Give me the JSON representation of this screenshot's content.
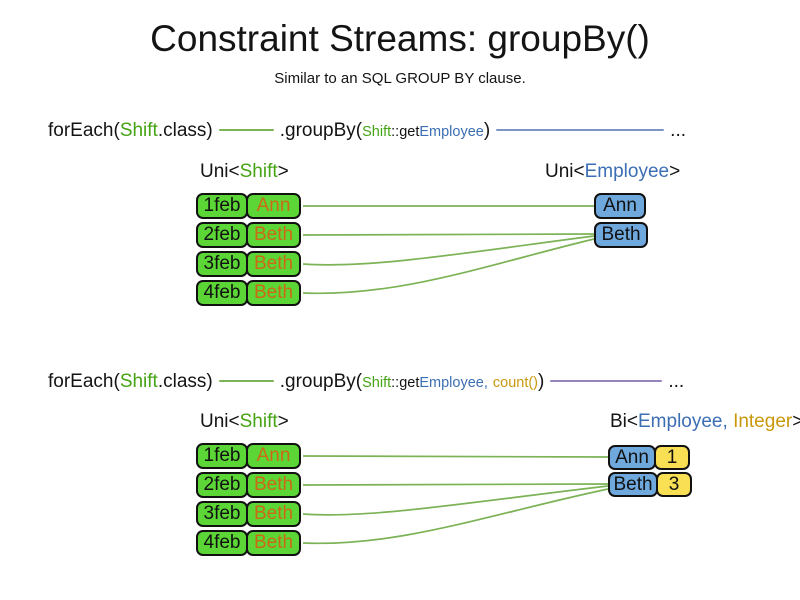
{
  "title": "Constraint Streams: groupBy()",
  "subtitle": "Similar to an SQL GROUP BY clause.",
  "colors": {
    "code_green_text": "#45a413",
    "code_blue_text": "#3c6eb4",
    "code_gold_text": "#c9980a",
    "orange_name_text": "#cc6a14",
    "box_green_fill": "#5bd636",
    "box_blue_fill": "#6fa8dc",
    "box_yellow_fill": "#f8df54",
    "line_green": "#7cb356",
    "line_blue": "#7e95c4",
    "line_purple": "#9884bd"
  },
  "code_line_1": {
    "foreach_prefix": "forEach(",
    "shift_arg": "Shift",
    "class_suffix": ".class)",
    "groupby_prefix": ".groupBy(",
    "arg_shift": "Shift",
    "arg_getter": "::get",
    "arg_employee": "Employee",
    "close_paren": ")",
    "ellipsis": "..."
  },
  "code_line_2": {
    "foreach_prefix": "forEach(",
    "shift_arg": "Shift",
    "class_suffix": ".class)",
    "groupby_prefix": ".groupBy(",
    "arg_shift": "Shift",
    "arg_getter": "::get",
    "arg_employee": "Employee",
    "comma": ",",
    "arg_count": "count()",
    "close_paren": ")",
    "ellipsis": "..."
  },
  "diagram1": {
    "left_label": {
      "prefix": "Uni<",
      "type": "Shift",
      "suffix": ">"
    },
    "right_label": {
      "prefix": "Uni<",
      "type": "Employee",
      "suffix": ">"
    },
    "rows": [
      {
        "date": "1feb",
        "name": "Ann"
      },
      {
        "date": "2feb",
        "name": "Beth"
      },
      {
        "date": "3feb",
        "name": "Beth"
      },
      {
        "date": "4feb",
        "name": "Beth"
      }
    ],
    "groups": [
      {
        "name": "Ann"
      },
      {
        "name": "Beth"
      }
    ]
  },
  "diagram2": {
    "left_label": {
      "prefix": "Uni<",
      "type": "Shift",
      "suffix": ">"
    },
    "right_label": {
      "prefix": "Bi<",
      "type1": "Employee",
      "comma": ", ",
      "type2": "Integer",
      "suffix": ">"
    },
    "rows": [
      {
        "date": "1feb",
        "name": "Ann"
      },
      {
        "date": "2feb",
        "name": "Beth"
      },
      {
        "date": "3feb",
        "name": "Beth"
      },
      {
        "date": "4feb",
        "name": "Beth"
      }
    ],
    "groups": [
      {
        "name": "Ann",
        "count": "1"
      },
      {
        "name": "Beth",
        "count": "3"
      }
    ]
  }
}
